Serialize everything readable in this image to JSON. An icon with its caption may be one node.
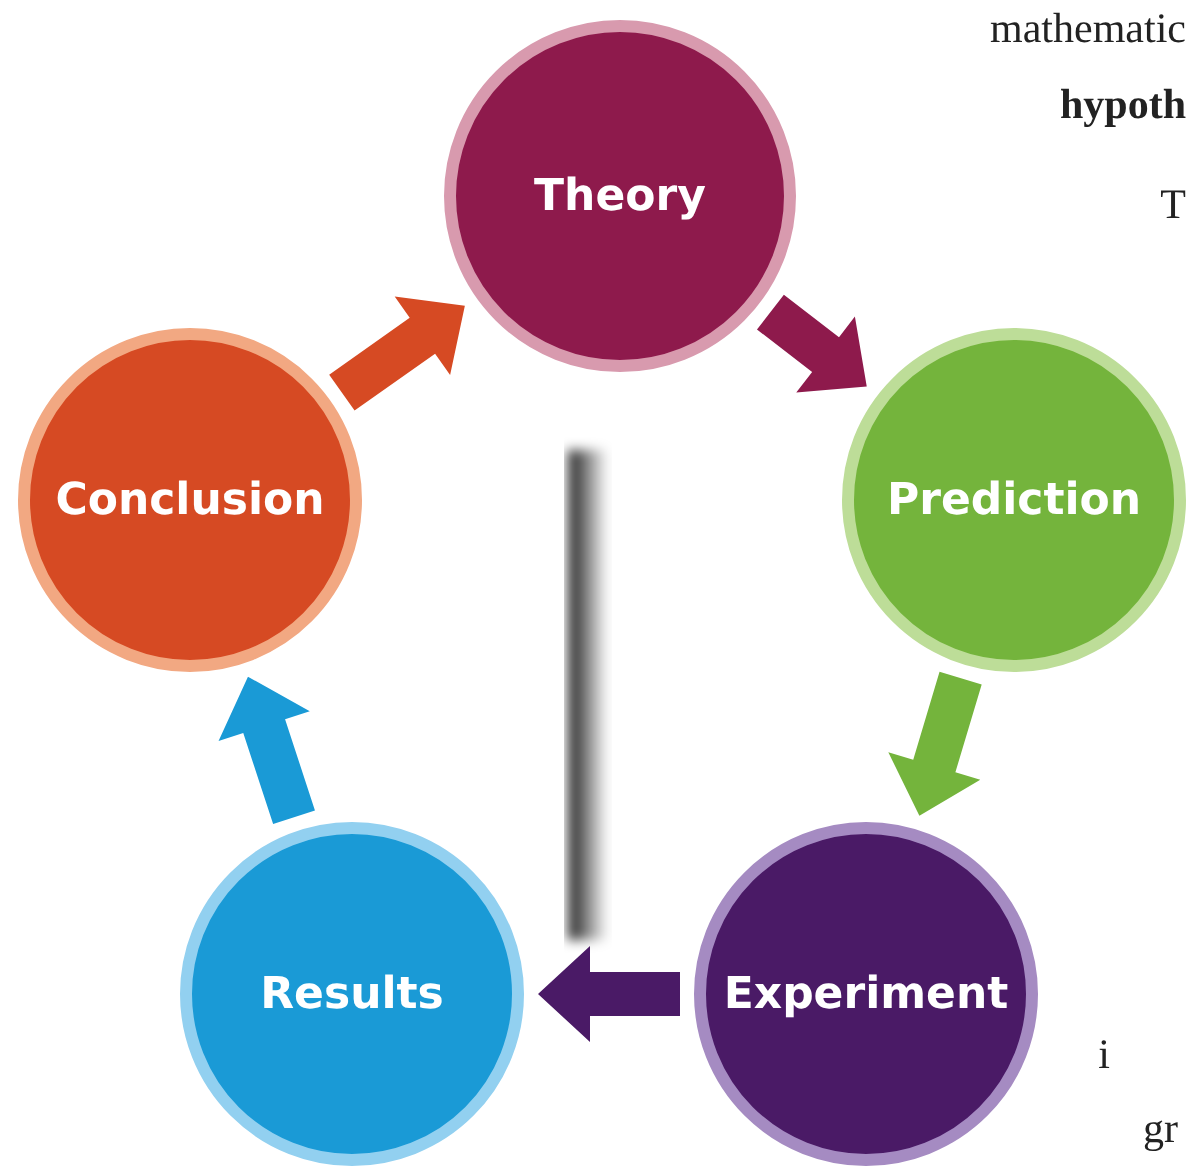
{
  "diagram": {
    "nodes": [
      {
        "text": [
          "Theory"
        ]
      },
      {
        "text": [
          "Prediction"
        ]
      },
      {
        "text": [
          "Experiment"
        ]
      },
      {
        "text": [
          "Results"
        ]
      },
      {
        "text": [
          "Conclusion"
        ]
      }
    ],
    "edges": [
      {
        "from": 0,
        "to": 1,
        "arrow": "to",
        "color": "#8e1a4c"
      },
      {
        "from": 1,
        "to": 2,
        "arrow": "to",
        "color": "#74b43c"
      },
      {
        "from": 2,
        "to": 3,
        "arrow": "to",
        "color": "#4a1a66"
      },
      {
        "from": 3,
        "to": 4,
        "arrow": "to",
        "color": "#1a9ad6"
      },
      {
        "from": 4,
        "to": 0,
        "arrow": "to",
        "color": "#d64a23"
      }
    ],
    "labels": [
      "mathematic",
      "hypoth",
      "T",
      "i",
      "gr"
    ]
  }
}
